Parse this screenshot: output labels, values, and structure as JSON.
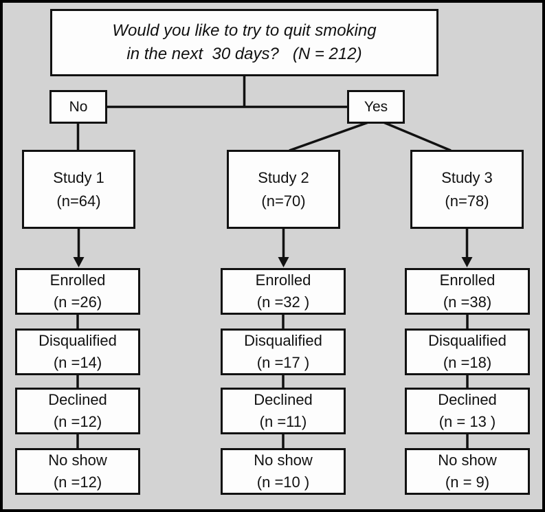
{
  "question": {
    "line1": "Would you like to try to quit smoking",
    "line2": "in the next  30 days?   (N = 212)"
  },
  "branches": {
    "no_label": "No",
    "yes_label": "Yes"
  },
  "studies": [
    {
      "name": "Study 1",
      "n": "(n=64)",
      "stages": [
        {
          "label": "Enrolled",
          "n": "(n =26)"
        },
        {
          "label": "Disqualified",
          "n": "(n =14)"
        },
        {
          "label": "Declined",
          "n": "(n =12)"
        },
        {
          "label": "No show",
          "n": "(n =12)"
        }
      ]
    },
    {
      "name": "Study 2",
      "n": "(n=70)",
      "stages": [
        {
          "label": "Enrolled",
          "n": "(n =32 )"
        },
        {
          "label": "Disqualified",
          "n": "(n =17 )"
        },
        {
          "label": "Declined",
          "n": "(n =11)"
        },
        {
          "label": "No show",
          "n": "(n =10 )"
        }
      ]
    },
    {
      "name": "Study 3",
      "n": "(n=78)",
      "stages": [
        {
          "label": "Enrolled",
          "n": "(n =38)"
        },
        {
          "label": "Disqualified",
          "n": "(n =18)"
        },
        {
          "label": "Declined",
          "n": "(n = 13 )"
        },
        {
          "label": "No show",
          "n": "(n = 9)"
        }
      ]
    }
  ],
  "colors": {
    "background": "#d3d3d3",
    "box_fill": "#fdfdfd",
    "line": "#111111"
  }
}
